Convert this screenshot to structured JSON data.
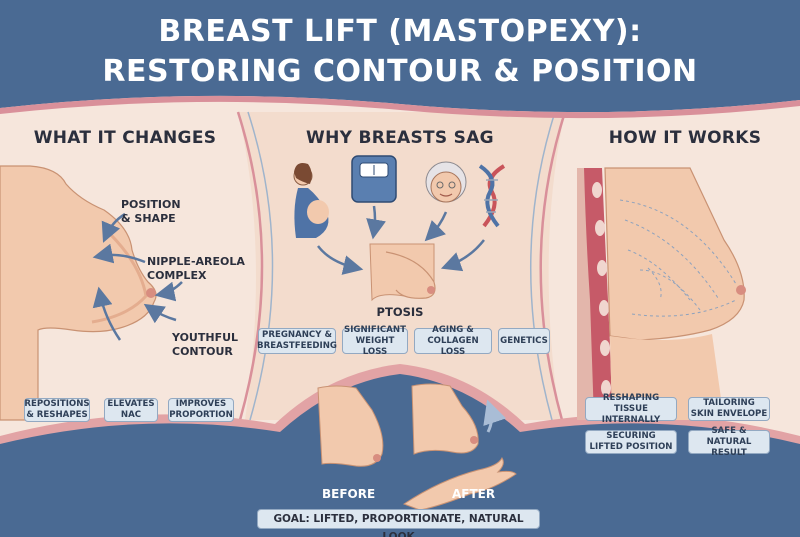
{
  "header": {
    "title_line1": "BREAST LIFT (MASTOPEXY):",
    "title_line2": "RESTORING CONTOUR & POSITION"
  },
  "left": {
    "title": "WHAT IT CHANGES",
    "annotations": {
      "position_shape": "POSITION\n& SHAPE",
      "nac": "NIPPLE-AREOLA\nCOMPLEX",
      "youthful": "YOUTHFUL\nCONTOUR"
    },
    "pills": [
      "REPOSITIONS\n& RESHAPES",
      "ELEVATES\nNAC",
      "IMPROVES\nPROPORTION"
    ]
  },
  "middle": {
    "title": "WHY BREASTS SAG",
    "icons": [
      "pregnant-woman-icon",
      "scale-icon",
      "elderly-woman-icon",
      "dna-icon"
    ],
    "center_label": "PTOSIS",
    "pills": [
      "PREGNANCY &\nBREASTFEEDING",
      "SIGNIFICANT\nWEIGHT LOSS",
      "AGING &\nCOLLAGEN LOSS",
      "GENETICS"
    ]
  },
  "right": {
    "title": "HOW IT WORKS",
    "pills": [
      "RESHAPING TISSUE\nINTERNALLY",
      "TAILORING\nSKIN ENVELOPE",
      "SECURING\nLIFTED POSITION",
      "SAFE &\nNATURAL RESULT"
    ]
  },
  "bottom": {
    "before_label": "BEFORE",
    "after_label": "AFTER",
    "goal": "GOAL: LIFTED, PROPORTIONATE, NATURAL LOOK"
  },
  "colors": {
    "navy": "#4a6a93",
    "cream": "#f6e6dc",
    "skin": "#f2c9ad",
    "skin_shade": "#e4ad8f",
    "pink": "#d9909a",
    "arrow": "#5b78a0",
    "pill_bg": "#dde7f0"
  }
}
